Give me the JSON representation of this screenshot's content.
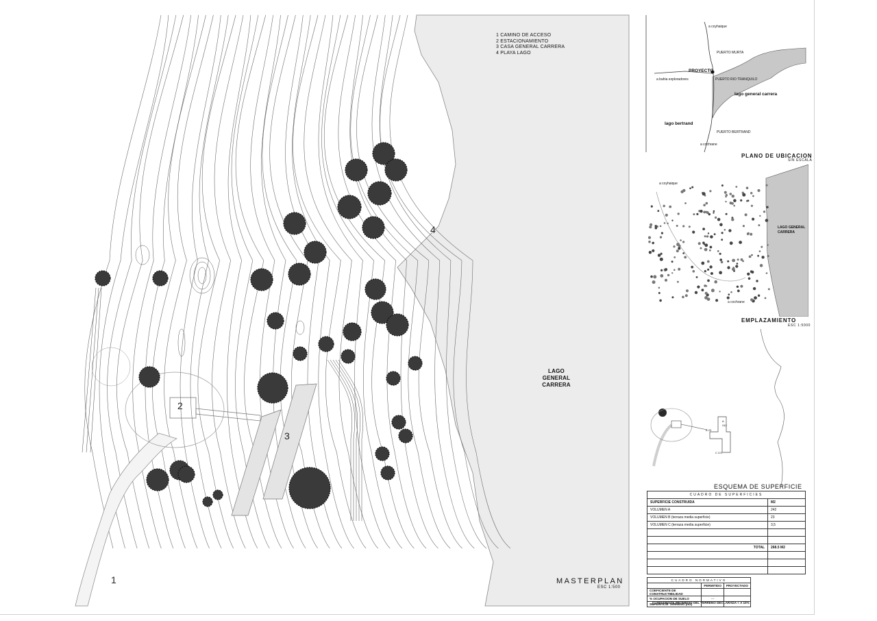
{
  "legend": [
    "1  CAMINO DE ACCESO",
    "2  ESTACIONAMIENTO",
    "3 CASA GENERAL CARRERA",
    "4 PLAYA LAGO"
  ],
  "lake_label": [
    "LAGO GENERAL",
    "CARRERA"
  ],
  "plan_numbers": [
    "1",
    "2",
    "3",
    "4"
  ],
  "masterplan": {
    "title": "MASTERPLAN",
    "scale": "ESC 1:500"
  },
  "location_plan": {
    "title": "PLANO DE UBICACION",
    "subtitle": "SIN ESCALA",
    "labels": {
      "coyhaique": "a coyhaique",
      "puerto_murta": "PUERTO MURTA",
      "proyecto": "PROYECTO",
      "bahia": "a bahia exploradores",
      "rio_tranquilo": "PUERTO RIO TRANQUILO",
      "lago_gc": "lago general carrera",
      "lago_bertrand": "lago bertrand",
      "puerto_bertrand": "PUERTO BERTRAND",
      "cochrane": "a cochrane"
    }
  },
  "emplazamiento": {
    "title": "EMPLAZAMIENTO",
    "subtitle": "ESC 1:5000",
    "labels": {
      "coyhaique": "a coyhaique",
      "lago": [
        "LAGO GENERAL",
        "CARRERA"
      ],
      "cochrane": "a cochrane"
    }
  },
  "esquema": {
    "title": "ESQUEMA DE SUPERFICIE",
    "labels": {
      "a": "A",
      "a_val": "242",
      "b": "B 23",
      "c": "C 3.5"
    }
  },
  "cuadro_superficies": {
    "title": "CUADRO DE SUPERFICIES",
    "header": [
      "SUPERFICIE CONSTRUIDA",
      "M2"
    ],
    "rows": [
      [
        "VOLUMEN A",
        "242"
      ],
      [
        "VOLUMEN B (terraza media superficie)",
        "23"
      ],
      [
        "VOLUMEN C (terraza media superficie)",
        "3,5"
      ],
      [
        "",
        ""
      ],
      [
        "",
        ""
      ],
      [
        "TOTAL",
        "268.5 M2"
      ],
      [
        "",
        ""
      ],
      [
        "",
        ""
      ],
      [
        "",
        ""
      ]
    ]
  },
  "cuadro_normativo": {
    "title": "CUADRO NORMATIVO",
    "header": [
      "",
      "PERMITIDO",
      "PROYECTADO"
    ],
    "rows": [
      [
        "COEFICIENTE DE CONSTRUCTIBILIDAD",
        "",
        ""
      ],
      [
        "% OCUPACION DE SUELO",
        "---",
        ""
      ],
      [
        "SUPERFICIE TERRENO (m2)",
        "",
        ""
      ]
    ],
    "note": "(*) PENDIENTE PROMEDIO DEL TERRENO DECLARADA < A 10%"
  },
  "colors": {
    "water": "#ececec",
    "line": "#5a5a5a",
    "tree": "#2a2a2a"
  }
}
